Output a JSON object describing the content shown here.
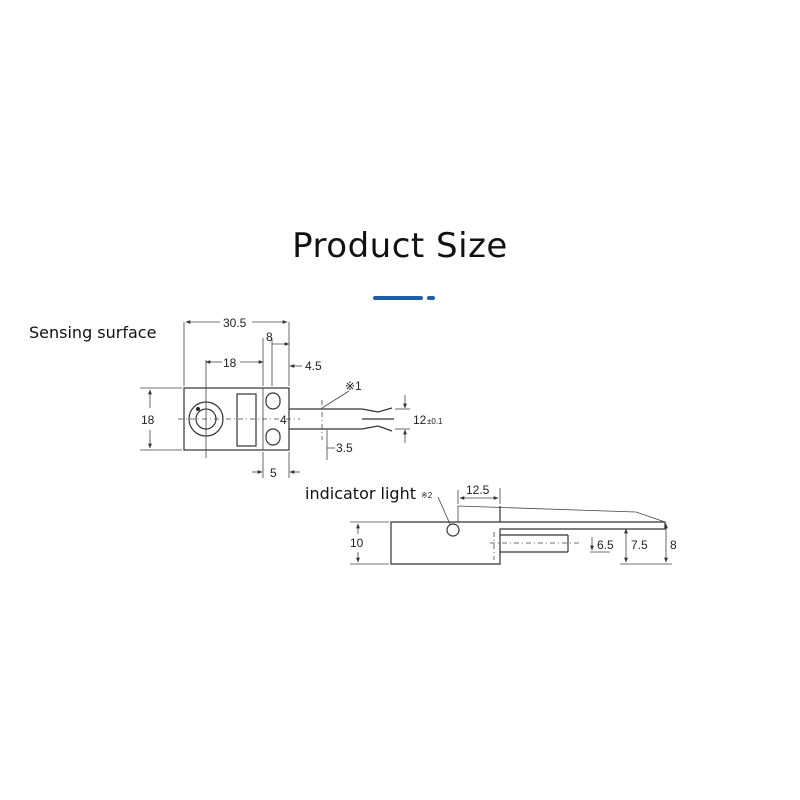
{
  "title": "Product Size",
  "callouts": {
    "sensing_surface": "Sensing surface",
    "indicator_light": "indicator light"
  },
  "top_view": {
    "dim_overall_width": "30.5",
    "dim_hole_pitch": "18",
    "dim_slot_width": "8",
    "dim_offset": "4.5",
    "dim_height": "18",
    "note_1": "※1",
    "dim_cable": "12",
    "dim_cable_tol": "±0.1",
    "dim_4": "4",
    "dim_3_5": "3.5",
    "dim_5": "5"
  },
  "side_view": {
    "note_2": "※2",
    "dim_12_5": "12.5",
    "dim_10": "10",
    "dim_6_5": "6.5",
    "dim_7_5": "7.5",
    "dim_8": "8"
  }
}
